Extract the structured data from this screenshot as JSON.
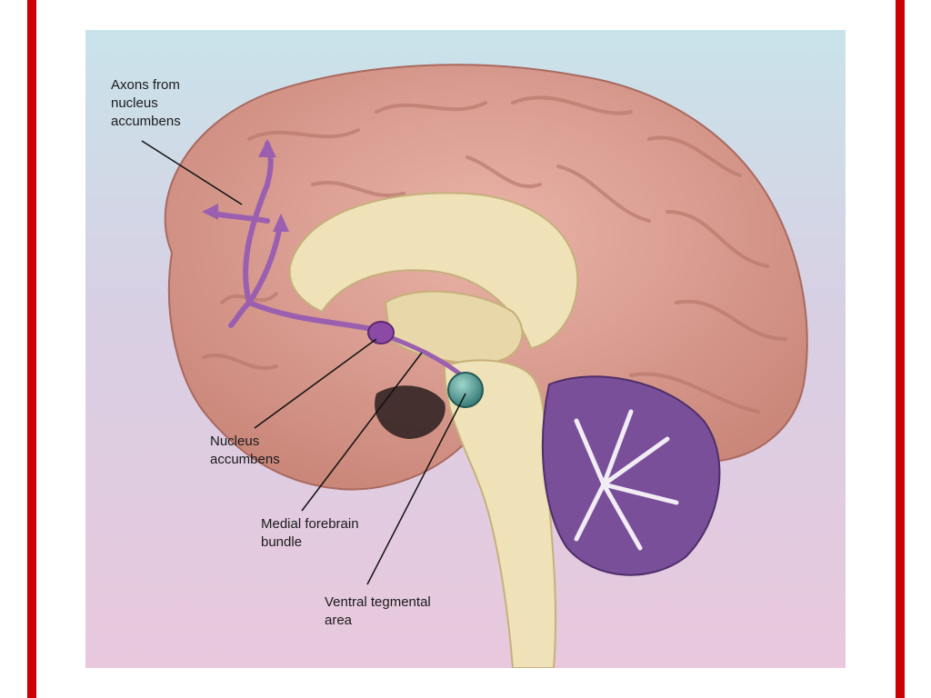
{
  "labels": {
    "axons": "Axons from\nnucleus\naccumbens",
    "nucleus_accumbens": "Nucleus\naccumbens",
    "medial_forebrain_bundle": "Medial forebrain\nbundle",
    "ventral_tegmental_area": "Ventral tegmental\narea"
  },
  "colors": {
    "frame": "#cc0000",
    "cortex": "#e0a49a",
    "white_matter": "#efe2b8",
    "pathway": "#9b5fb0",
    "vta": "#4f9a94",
    "cerebellum": "#7a4f9a"
  }
}
